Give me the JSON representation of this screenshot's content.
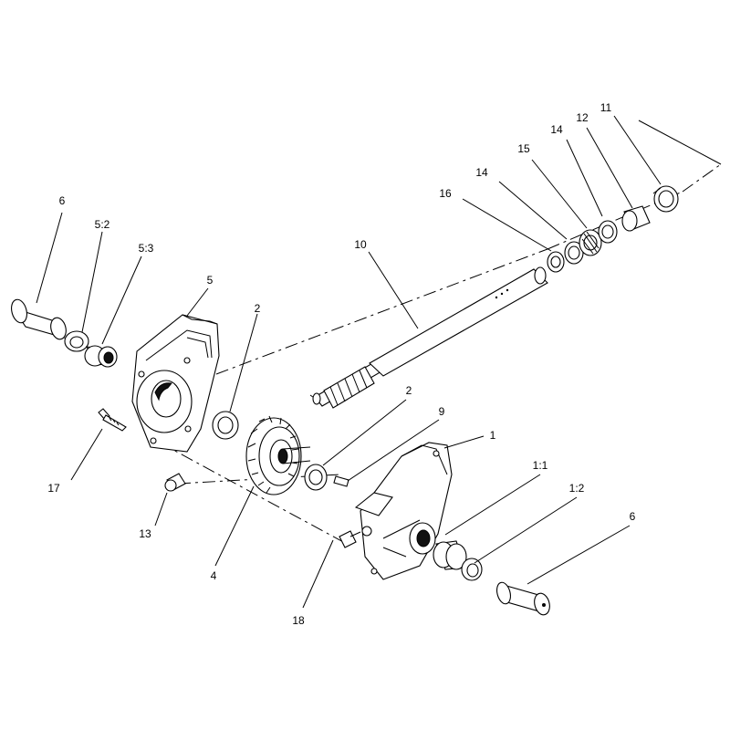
{
  "callouts": [
    {
      "id": "c6a",
      "text": "6"
    },
    {
      "id": "c52",
      "text": "5:2"
    },
    {
      "id": "c53",
      "text": "5:3"
    },
    {
      "id": "c5",
      "text": "5"
    },
    {
      "id": "c2a",
      "text": "2"
    },
    {
      "id": "c17",
      "text": "17"
    },
    {
      "id": "c13",
      "text": "13"
    },
    {
      "id": "c4",
      "text": "4"
    },
    {
      "id": "c18",
      "text": "18"
    },
    {
      "id": "c10",
      "text": "10"
    },
    {
      "id": "c2b",
      "text": "2"
    },
    {
      "id": "c9",
      "text": "9"
    },
    {
      "id": "c1",
      "text": "1"
    },
    {
      "id": "c11a",
      "text": "1:1"
    },
    {
      "id": "c12a",
      "text": "1:2"
    },
    {
      "id": "c6b",
      "text": "6"
    },
    {
      "id": "c16",
      "text": "16"
    },
    {
      "id": "c14a",
      "text": "14"
    },
    {
      "id": "c15",
      "text": "15"
    },
    {
      "id": "c14b",
      "text": "14"
    },
    {
      "id": "c12",
      "text": "12"
    },
    {
      "id": "c11",
      "text": "11"
    }
  ]
}
